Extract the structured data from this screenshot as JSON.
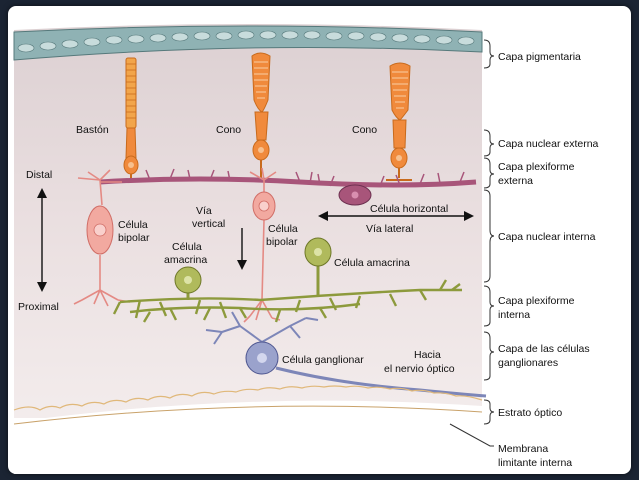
{
  "cells": {
    "rod": "Bastón",
    "cone1": "Cono",
    "cone2": "Cono",
    "bipolar1_line1": "Célula",
    "bipolar1_line2": "bipolar",
    "bipolar2_line1": "Célula",
    "bipolar2_line2": "bipolar",
    "horizontal": "Célula horizontal",
    "amacrine1_line1": "Célula",
    "amacrine1_line2": "amacrina",
    "amacrine2": "Célula amacrina",
    "ganglion": "Célula ganglionar"
  },
  "pathways": {
    "vertical_line1": "Vía",
    "vertical_line2": "vertical",
    "lateral": "Vía lateral",
    "optic_line1": "Hacia",
    "optic_line2": "el nervio óptico"
  },
  "axis": {
    "distal": "Distal",
    "proximal": "Proximal"
  },
  "layers": {
    "pigment": "Capa pigmentaria",
    "outer_nuclear": "Capa nuclear externa",
    "outer_plexiform_1": "Capa plexiforme",
    "outer_plexiform_2": "externa",
    "inner_nuclear": "Capa nuclear interna",
    "inner_plexiform_1": "Capa plexiforme",
    "inner_plexiform_2": "interna",
    "ganglion_1": "Capa de las células",
    "ganglion_2": "ganglionares",
    "optic_stratum": "Estrato óptico",
    "membrane_1": "Membrana",
    "membrane_2": "limitante interna"
  },
  "colors": {
    "background": "#1b2433",
    "retina_tissue": "#eadfdf",
    "pigment_layer": "#7fa3a6",
    "photoreceptor": "#f08a3c",
    "bipolar": "#f2a9a0",
    "horizontal": "#a8557a",
    "amacrine": "#8d9a3c",
    "ganglion": "#7d86b8"
  }
}
